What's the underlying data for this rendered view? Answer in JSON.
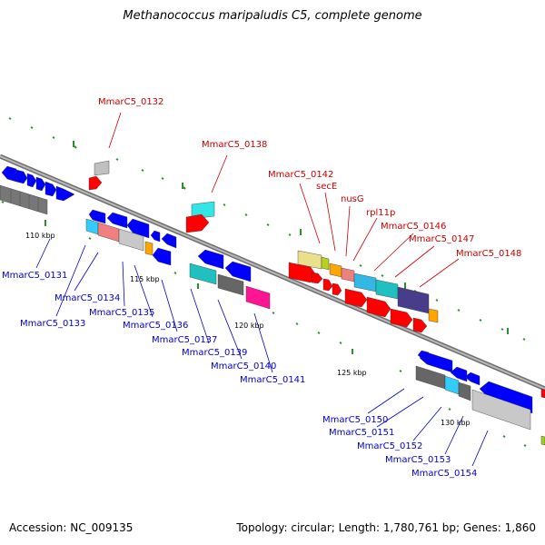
{
  "title": "Methanococcus maripaludis C5, complete genome",
  "footer": {
    "accession": "Accession: NC_009135",
    "summary": "Topology: circular; Length: 1,780,761 bp; Genes: 1,860"
  },
  "colors": {
    "forward_label": "#cc0000",
    "reverse_label": "#0000cc",
    "backbone": "#8c8c8c",
    "tick": "#2e8b2e"
  },
  "scale_labels": [
    "110 kbp",
    "115 kbp",
    "120 kbp",
    "125 kbp",
    "130 kbp"
  ],
  "forward_labels": [
    "MmarC5_0132",
    "MmarC5_0138",
    "MmarC5_0142",
    "secE",
    "nusG",
    "rpl11p",
    "MmarC5_0146",
    "MmarC5_0147",
    "MmarC5_0148"
  ],
  "reverse_labels": [
    "MmarC5_0131",
    "MmarC5_0134",
    "MmarC5_0133",
    "MmarC5_0135",
    "MmarC5_0136",
    "MmarC5_0137",
    "MmarC5_0139",
    "MmarC5_0140",
    "MmarC5_0141",
    "MmarC5_0150",
    "MmarC5_0151",
    "MmarC5_0152",
    "MmarC5_0153",
    "MmarC5_0154"
  ]
}
